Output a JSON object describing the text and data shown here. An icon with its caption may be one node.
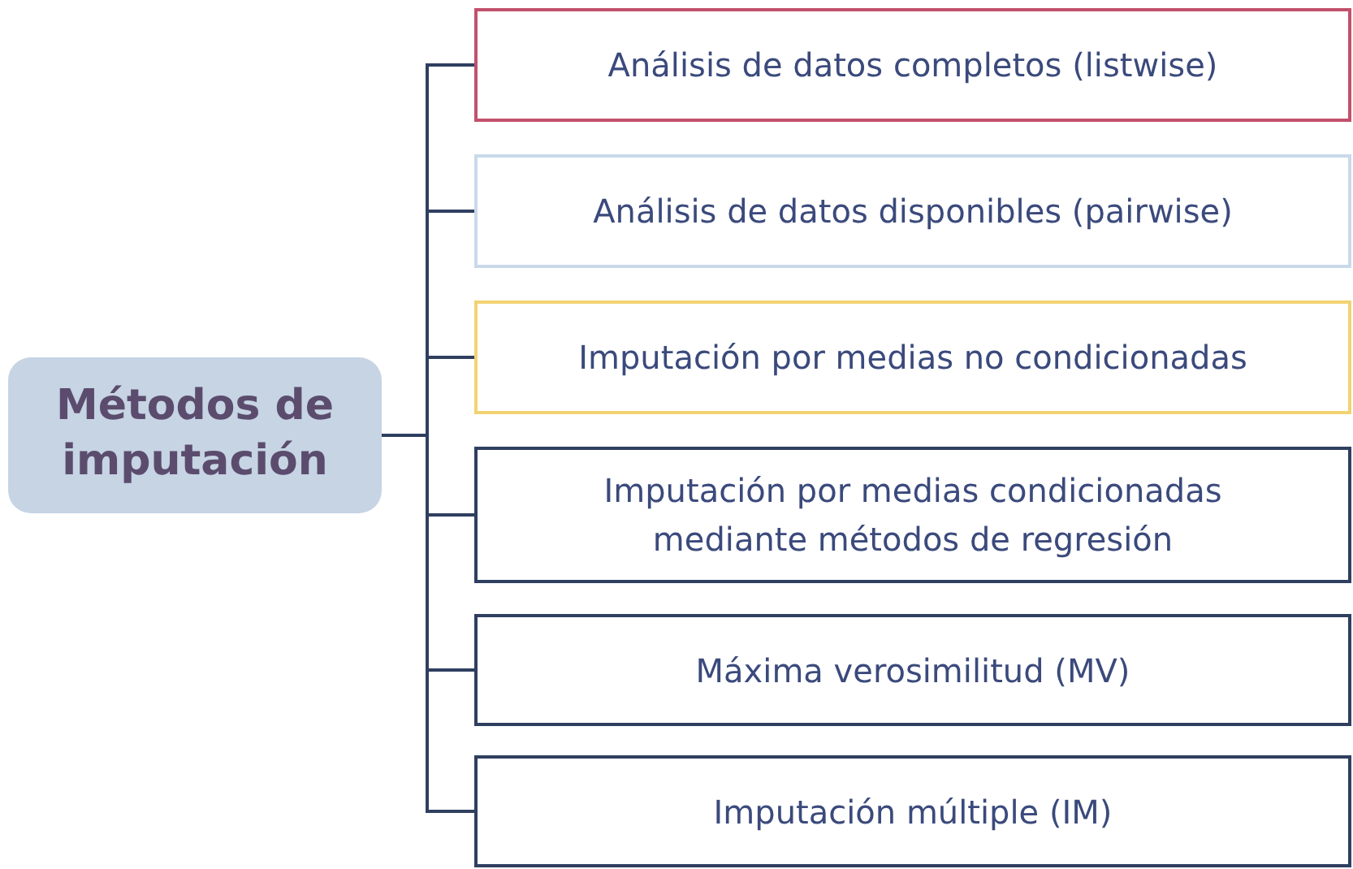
{
  "diagram": {
    "nodes": [
      {
        "text": [
          "Métodos de imputación"
        ]
      },
      {
        "text": [
          "Análisis de datos completos (listwise)"
        ]
      },
      {
        "text": [
          "Análisis de datos disponibles (pairwise)"
        ]
      },
      {
        "text": [
          "Imputación por medias no condicionadas"
        ]
      },
      {
        "text": [
          "Imputación por medias condicionadas mediante métodos de regresión"
        ]
      },
      {
        "text": [
          "Máxima verosimilitud (MV)"
        ]
      },
      {
        "text": [
          "Imputación múltiple (IM)"
        ]
      }
    ],
    "edges": [
      {
        "from": 0,
        "to": 1,
        "arrow": "none"
      },
      {
        "from": 0,
        "to": 2,
        "arrow": "none"
      },
      {
        "from": 0,
        "to": 3,
        "arrow": "none"
      },
      {
        "from": 0,
        "to": 4,
        "arrow": "none"
      },
      {
        "from": 0,
        "to": 5,
        "arrow": "none"
      },
      {
        "from": 0,
        "to": 6,
        "arrow": "none"
      }
    ]
  }
}
